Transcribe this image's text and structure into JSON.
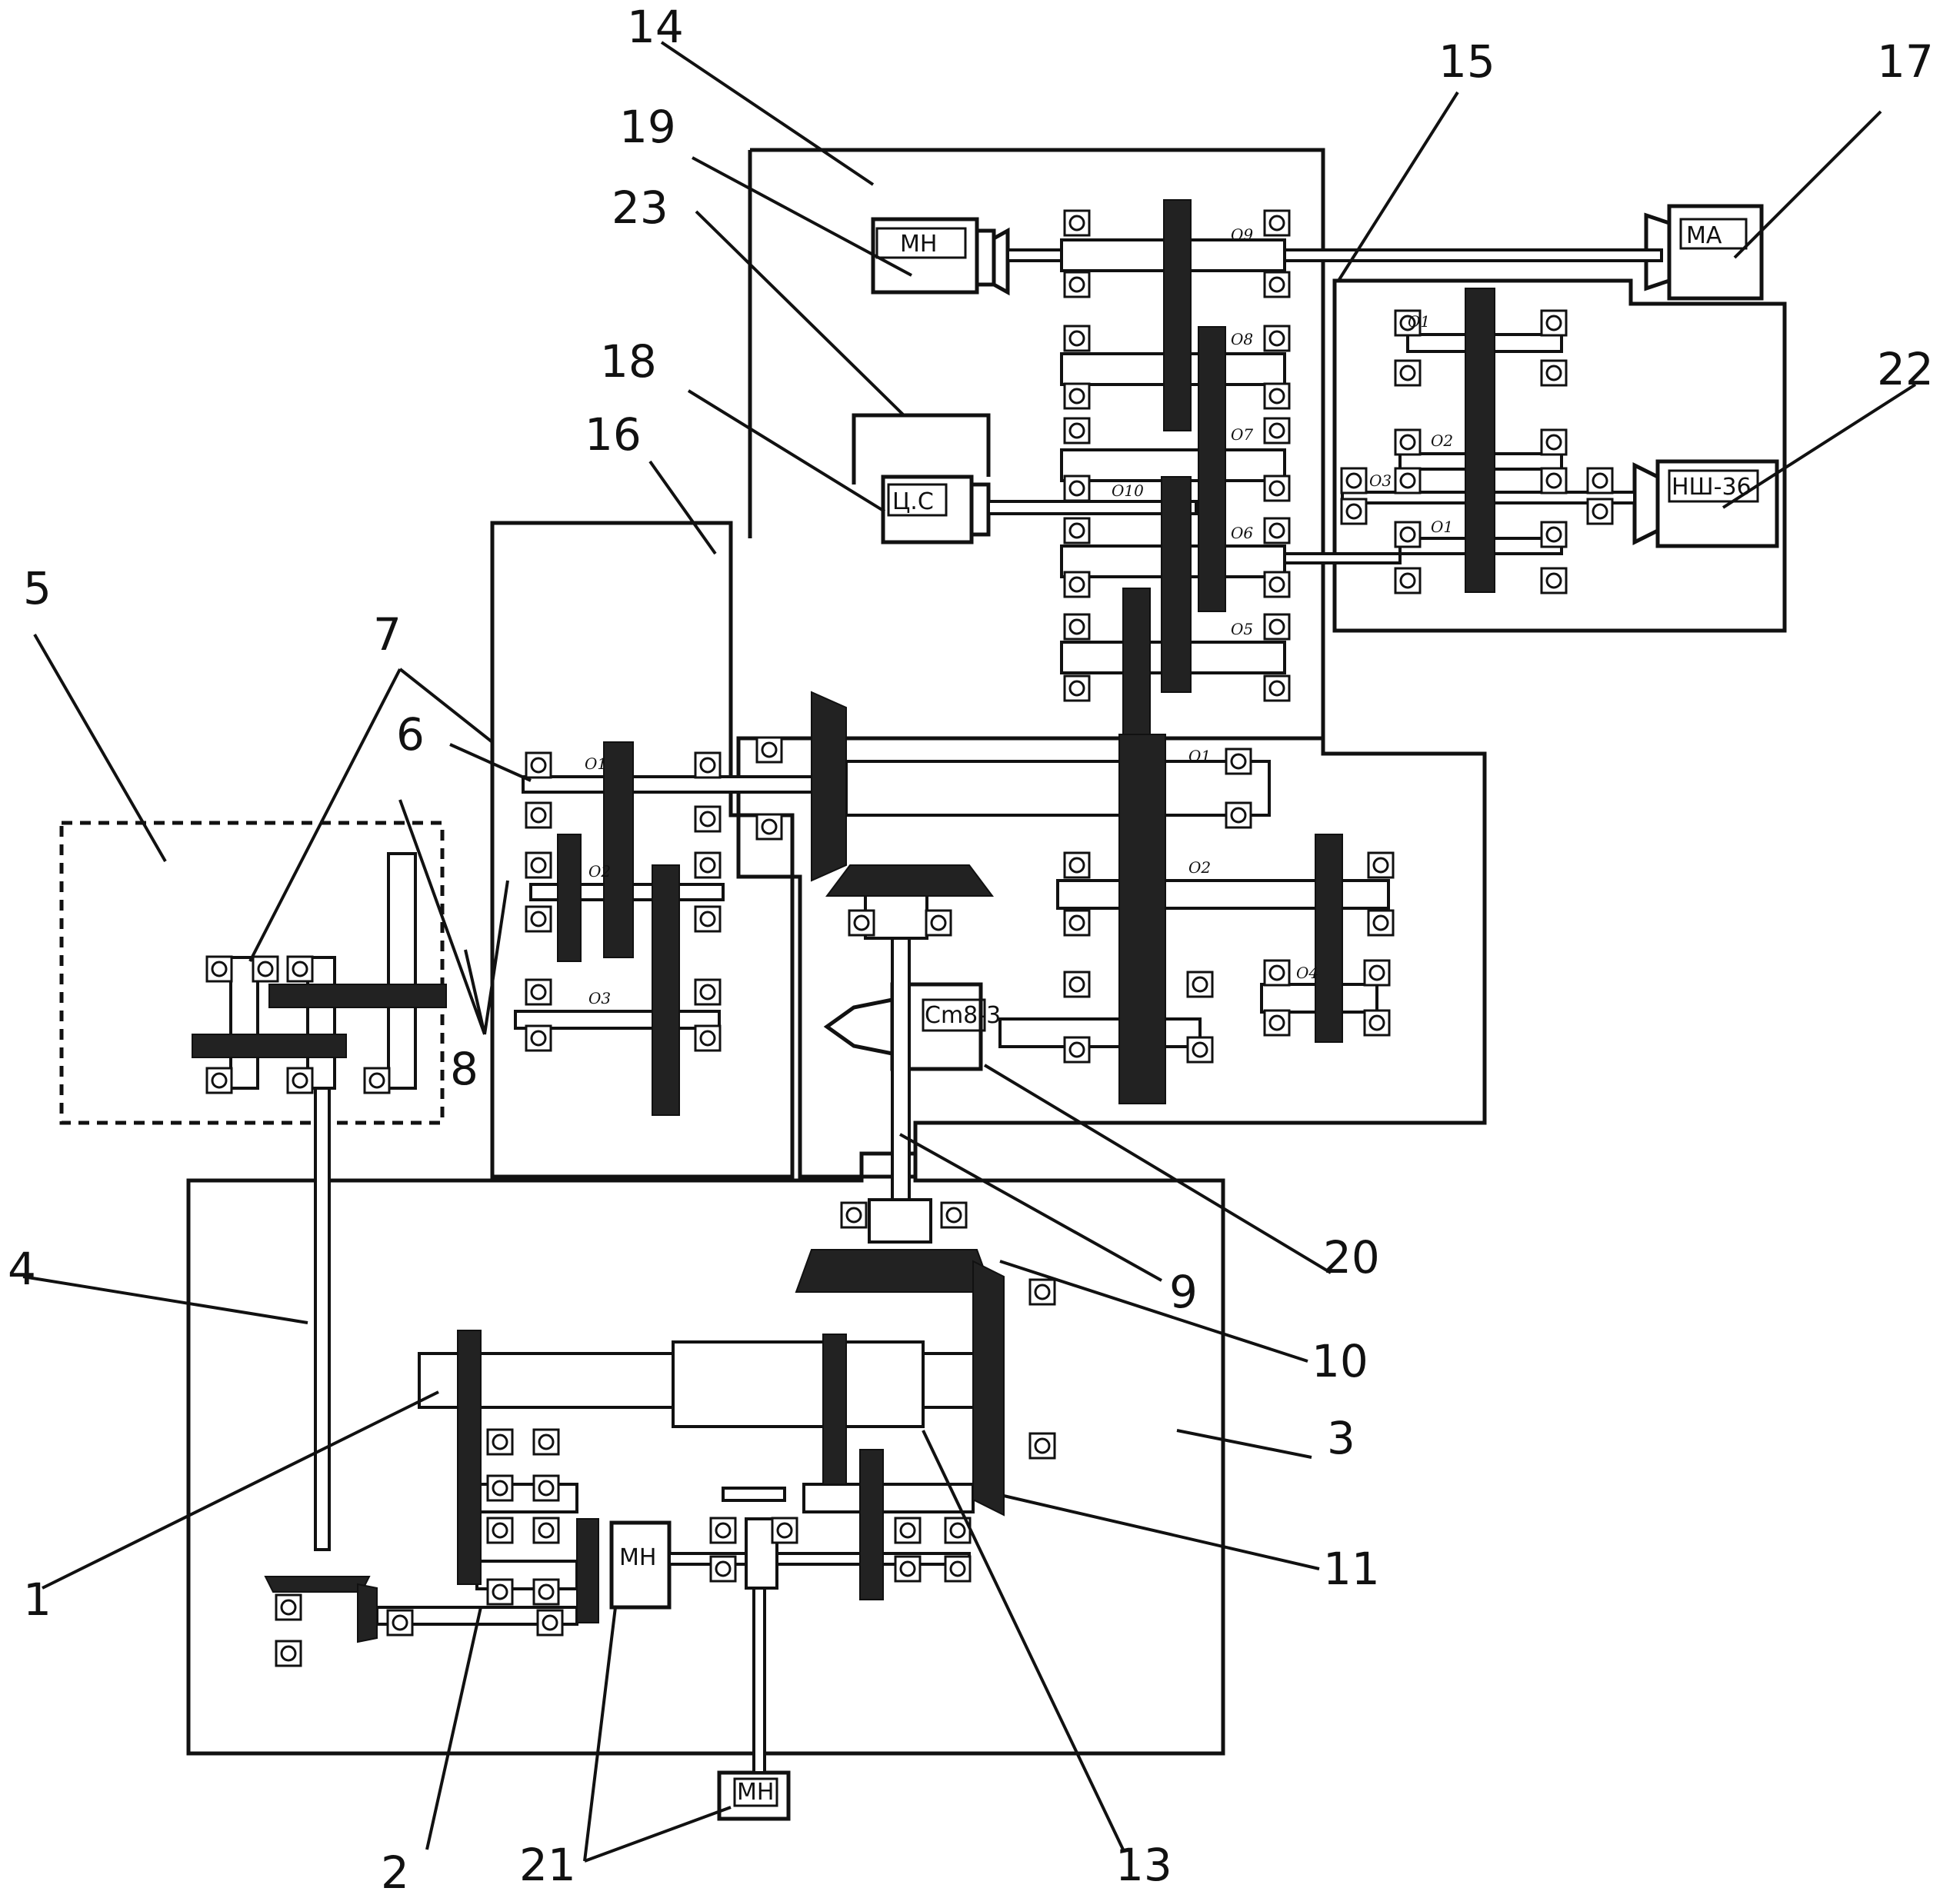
{
  "callouts": [
    {
      "id": "14",
      "text": "14"
    },
    {
      "id": "19",
      "text": "19"
    },
    {
      "id": "23",
      "text": "23"
    },
    {
      "id": "15",
      "text": "15"
    },
    {
      "id": "17",
      "text": "17"
    },
    {
      "id": "18",
      "text": "18"
    },
    {
      "id": "16",
      "text": "16"
    },
    {
      "id": "22",
      "text": "22"
    },
    {
      "id": "5",
      "text": "5"
    },
    {
      "id": "7",
      "text": "7"
    },
    {
      "id": "6",
      "text": "6"
    },
    {
      "id": "8",
      "text": "8"
    },
    {
      "id": "4",
      "text": "4"
    },
    {
      "id": "9",
      "text": "9"
    },
    {
      "id": "20",
      "text": "20"
    },
    {
      "id": "10",
      "text": "10"
    },
    {
      "id": "3",
      "text": "3"
    },
    {
      "id": "1",
      "text": "1"
    },
    {
      "id": "11",
      "text": "11"
    },
    {
      "id": "2",
      "text": "2"
    },
    {
      "id": "21",
      "text": "21"
    },
    {
      "id": "13",
      "text": "13"
    }
  ],
  "motors": {
    "mn_top": "МН",
    "ma": "МА",
    "cs": "Ц.С",
    "nsh": "НШ-36",
    "sm": "Сm8-3",
    "mn_mid": "МН",
    "mn_bottom": "МН"
  },
  "shaft_labels": {
    "o9": "O9",
    "o8": "O8",
    "o7": "O7",
    "o10": "O10",
    "o6": "O6",
    "o5": "O5",
    "r_o1": "O1",
    "r_o2": "O2",
    "r_o3": "O3",
    "r_o1b": "O1",
    "c_o1": "O1",
    "c_o2": "O2",
    "c_o4": "O4",
    "l_o1": "O1",
    "l_o2": "O2",
    "l_o3": "O3"
  }
}
